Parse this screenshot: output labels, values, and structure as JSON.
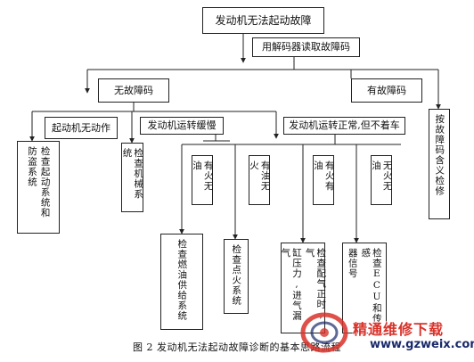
{
  "diagram": {
    "root": "发动机无法起动故障",
    "read_codes": "用解码器读取故障码",
    "no_code": "无故障码",
    "has_code": "有故障码",
    "check_by_code": "按故障码含义检修",
    "no_crank": "起动机无动作",
    "slow_crank": "发动机运转缓慢",
    "normal_crank": "发动机运转正常,但不着车",
    "check_starter_antitheft": {
      "col1": "检查起动系统和",
      "col2": "防盗系统"
    },
    "check_mechanical": "检查机械系统",
    "spark_no_fuel": "有火无油",
    "fuel_no_spark": "有油无火",
    "spark_and_fuel": "有火有油",
    "no_spark_no_fuel": "无火无油",
    "check_fuel_supply": "检查燃油供给系统",
    "check_ignition": "检查点火系统",
    "check_compression": {
      "col1": "检查配气正时,气",
      "col2": "缸压力,进气漏气"
    },
    "check_ecu": {
      "col1": "检查ECU和传感",
      "col2": "器信号"
    }
  },
  "caption": "图 2  发动机无法起动故障诊断的基本思路流程",
  "watermark": {
    "site_name": "精通维修下载",
    "url": "www.gzweix.com"
  },
  "colors": {
    "line": "#222222",
    "watermark_red": "#d8322a",
    "watermark_blue": "#1a2a6a"
  }
}
